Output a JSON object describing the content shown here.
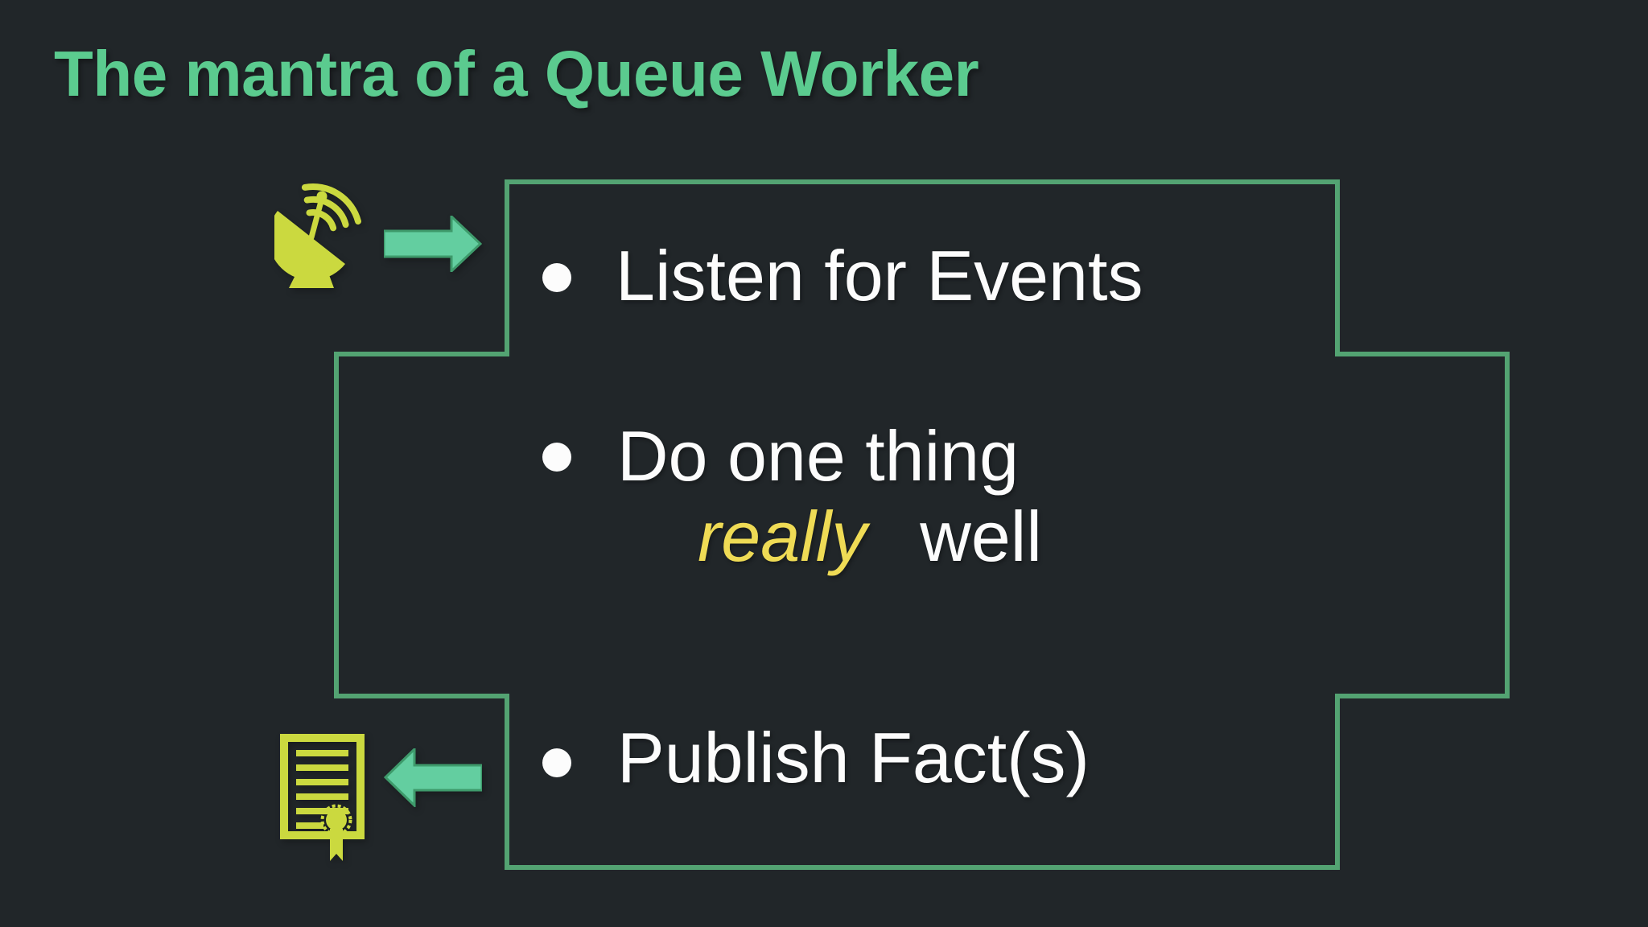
{
  "slide": {
    "title": "The mantra of a Queue Worker",
    "mantra_box": {
      "bullet_1": "Listen for Events",
      "bullet_2_line_1": "Do one thing",
      "bullet_2_emphasis": "really",
      "bullet_2_line_2_tail": "well",
      "bullet_3": "Publish Fact(s)"
    },
    "input_flow": {
      "icon": "satellite-dish-icon",
      "arrow_direction": "right"
    },
    "output_flow": {
      "icon": "certificate-document-icon",
      "arrow_direction": "left"
    },
    "colors": {
      "background": "#212629",
      "title_green": "#5BCB8F",
      "box_border_green": "#53A372",
      "arrow_fill_green": "#63CEA0",
      "arrow_edge_green": "#3E9A6B",
      "icon_yellow": "#CBD93F",
      "emphasis_yellow": "#EFDB55",
      "text_white": "#FCFCFC"
    }
  }
}
